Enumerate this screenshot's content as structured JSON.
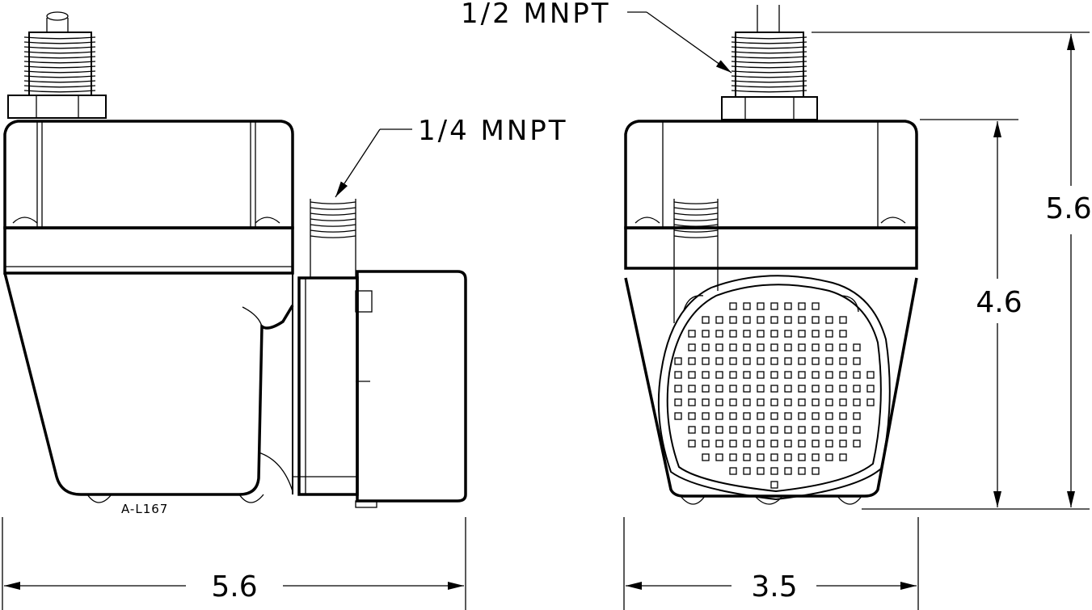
{
  "labels": {
    "outlet_thread": "1/2 MNPT",
    "inlet_thread": "1/4 MNPT",
    "part_number": "A-L167"
  },
  "dimensions": {
    "side_width": "5.6",
    "front_width": "3.5",
    "overall_height": "5.6",
    "body_height": "4.6"
  },
  "colors": {
    "line": "#000000",
    "background": "#ffffff"
  }
}
